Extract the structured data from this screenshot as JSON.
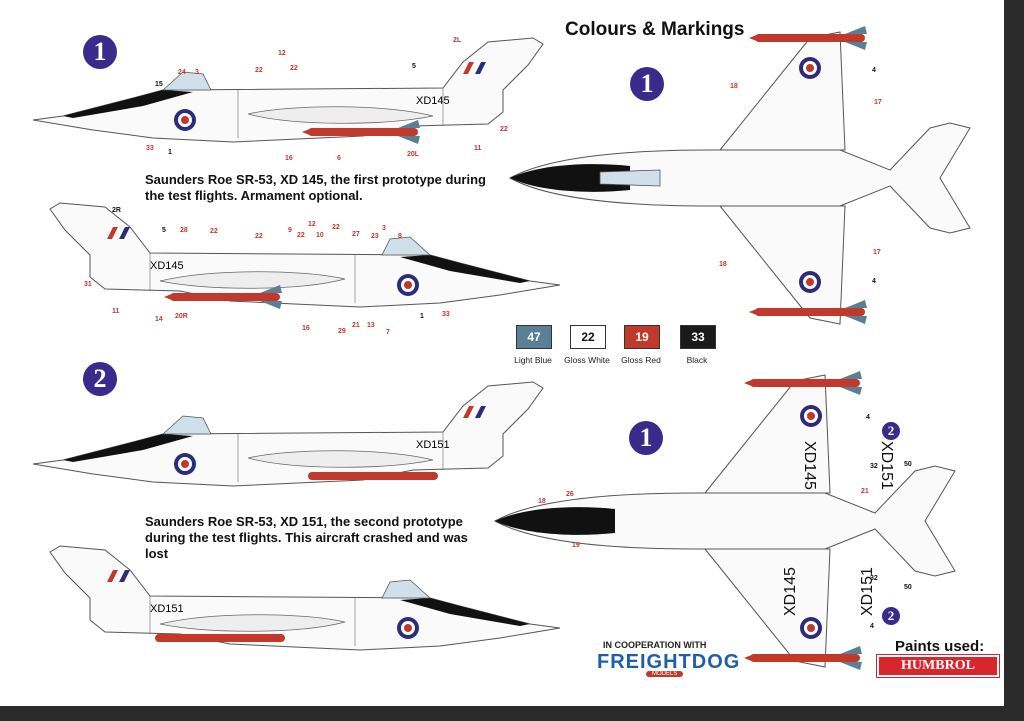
{
  "title": "Colours & Markings",
  "profiles": [
    {
      "badge": "1",
      "description": "Saunders Roe SR-53, XD 145, the first prototype during the test flights. Armament optional.",
      "serial": "XD145"
    },
    {
      "badge": "2",
      "description": "Saunders Roe SR-53, XD 151, the second prototype during the test flights. This aircraft crashed and was lost",
      "serial": "XD151"
    }
  ],
  "plan_view_badges": [
    "1",
    "1"
  ],
  "underside_small_badges": [
    "2",
    "2"
  ],
  "underside_serials": {
    "left_top": "XD145",
    "left_bottom": "XD145",
    "right_top": "XD151",
    "right_bottom": "XD151"
  },
  "swatches": [
    {
      "code": "47",
      "label": "Light  Blue",
      "color": "#5b7f95",
      "text_color": "#ffffff"
    },
    {
      "code": "22",
      "label": "Gloss White",
      "color": "#ffffff",
      "text_color": "#111111"
    },
    {
      "code": "19",
      "label": "Gloss Red",
      "color": "#c0392b",
      "text_color": "#ffffff"
    },
    {
      "code": "33",
      "label": "Black",
      "color": "#1a1a1a",
      "text_color": "#ffffff"
    }
  ],
  "cooperation": {
    "text": "IN COOPERATION WITH",
    "brand": "FREIGHTDOG",
    "sub": "MODELS"
  },
  "paints": {
    "label": "Paints used:",
    "brand": "HUMBROL"
  },
  "callouts": {
    "p1": [
      "15",
      "24",
      "3",
      "22",
      "12",
      "22",
      "2L",
      "5",
      "22",
      "11",
      "20L",
      "6",
      "16",
      "1",
      "33"
    ],
    "p2": [
      "2R",
      "5",
      "28",
      "22",
      "22",
      "9",
      "22",
      "12",
      "10",
      "22",
      "27",
      "23",
      "3",
      "8",
      "31",
      "11",
      "14",
      "20R",
      "16",
      "29",
      "21",
      "13",
      "7",
      "1",
      "33"
    ],
    "top": [
      "18",
      "4",
      "17",
      "17",
      "18",
      "4"
    ],
    "bottom": [
      "4",
      "32",
      "50",
      "18",
      "26",
      "19",
      "21",
      "32",
      "50",
      "4"
    ]
  }
}
